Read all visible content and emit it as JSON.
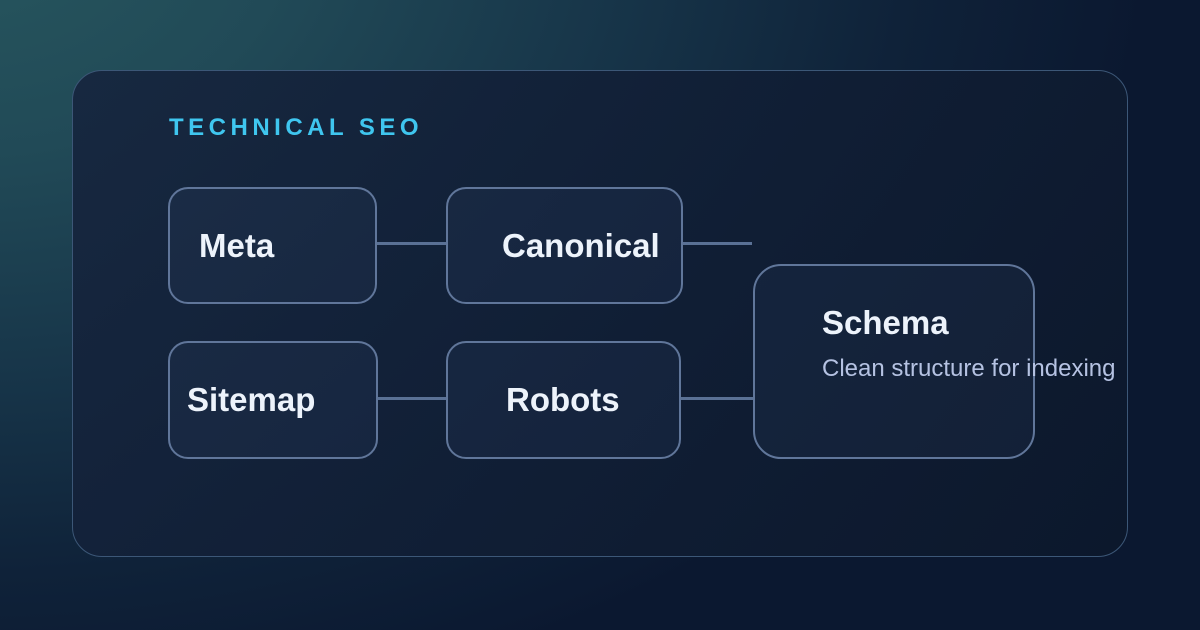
{
  "card": {
    "title": "TECHNICAL SEO"
  },
  "diagram": {
    "nodes": [
      {
        "id": "meta",
        "label": "Meta"
      },
      {
        "id": "canonical",
        "label": "Canonical"
      },
      {
        "id": "sitemap",
        "label": "Sitemap"
      },
      {
        "id": "robots",
        "label": "Robots"
      },
      {
        "id": "schema",
        "label": "Schema",
        "description": "Clean structure for indexing"
      }
    ],
    "connections": [
      {
        "from": "meta",
        "to": "canonical"
      },
      {
        "from": "canonical",
        "to": "schema"
      },
      {
        "from": "sitemap",
        "to": "robots"
      },
      {
        "from": "robots",
        "to": "schema"
      }
    ]
  },
  "colors": {
    "accent": "#3fc6ef",
    "card-border": "#3c5777",
    "node-border": "#60769a",
    "connector": "#5a7195",
    "node-label": "#edf3fb",
    "description-text": "#b5c2e2",
    "background-teal": "#24525a",
    "background-navy": "#0b1830"
  }
}
